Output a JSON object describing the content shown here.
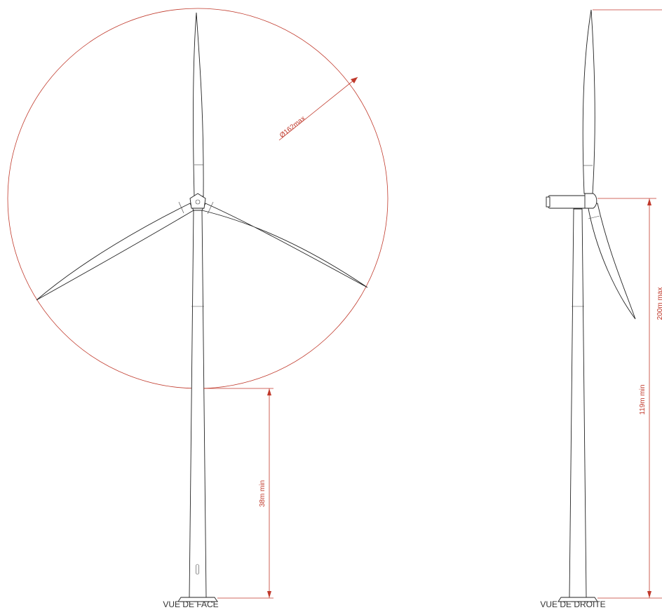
{
  "colors": {
    "dimension": "#c0392b",
    "outline": "#222222",
    "background": "#ffffff"
  },
  "views": {
    "front_label": "VUE DE FACE",
    "side_label": "VUE DE DROITE"
  },
  "dimensions": {
    "rotor_diameter": "Ø162max",
    "ground_clearance": "38m min",
    "hub_height": "119m min",
    "total_height": "200m max"
  }
}
